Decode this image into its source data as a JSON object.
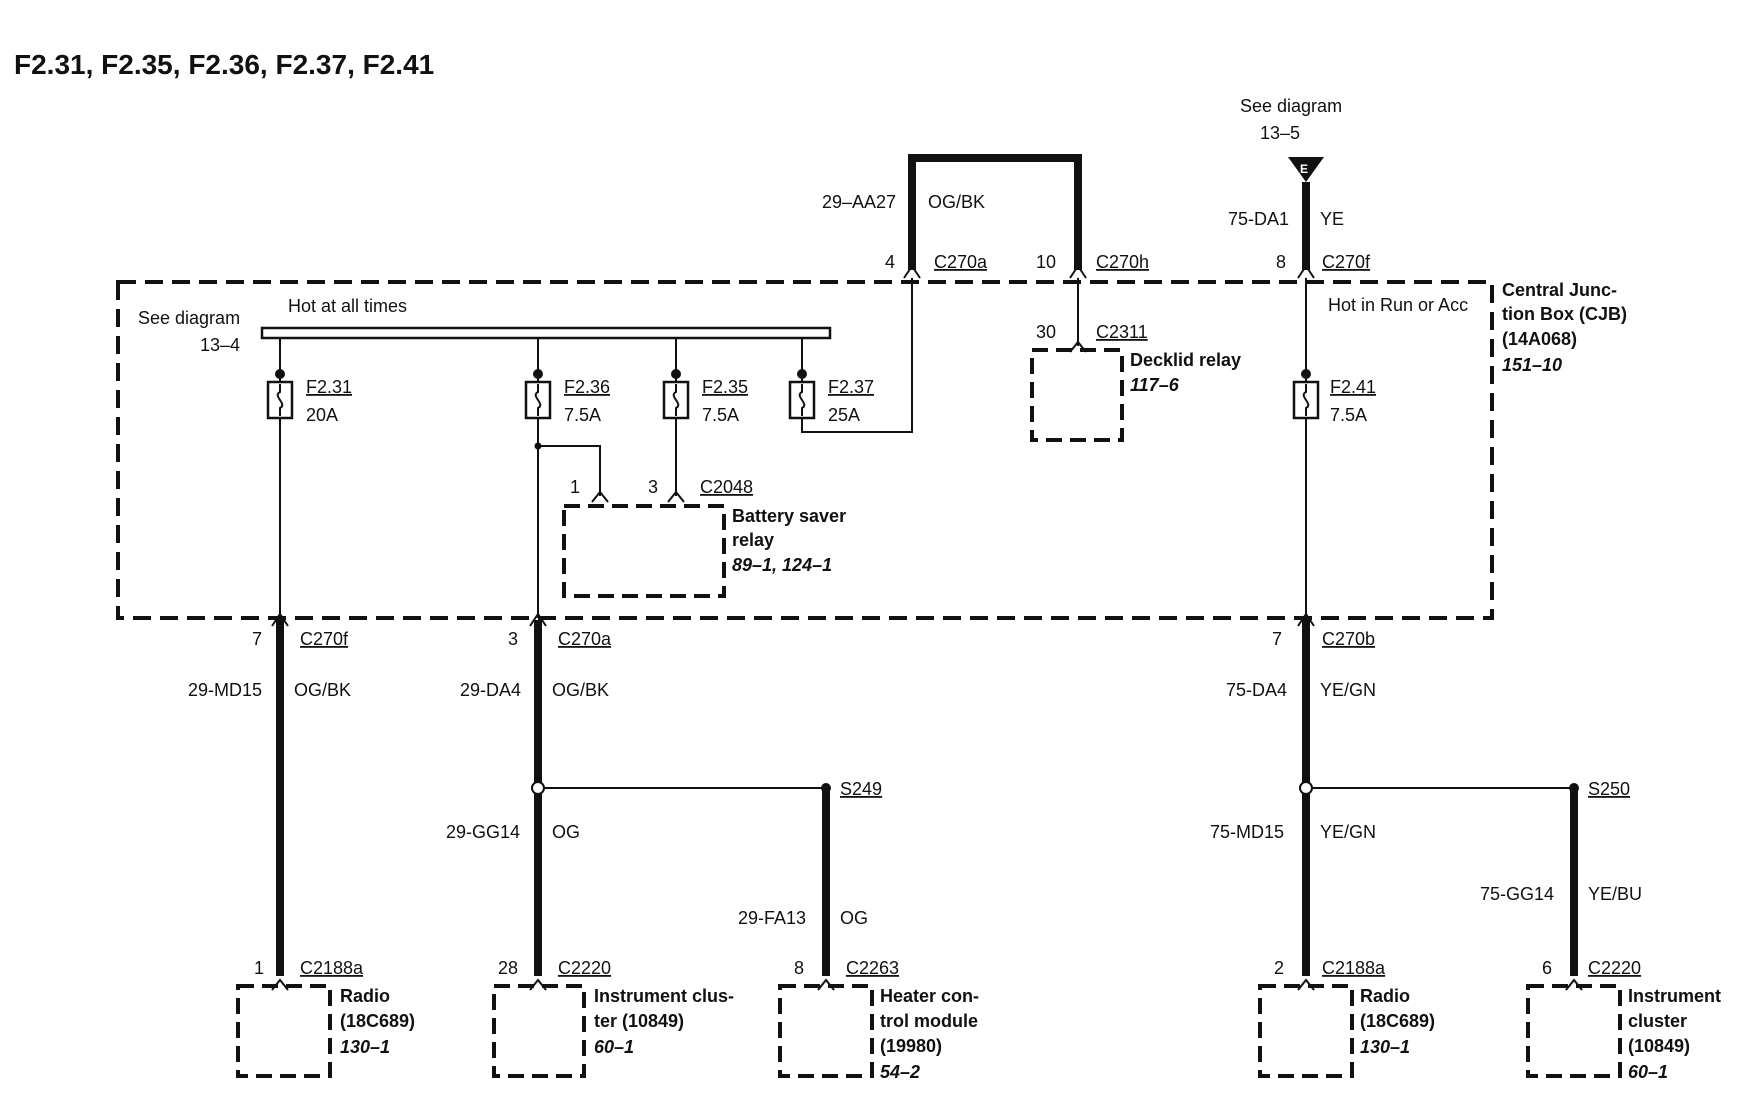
{
  "title": "F2.31, F2.35, F2.36, F2.37, F2.41",
  "top_reference": {
    "line1": "See diagram",
    "line2": "13–5",
    "symbol": "E"
  },
  "cjb": {
    "line1": "Central Junc-",
    "line2": "tion Box (CJB)",
    "line3": "(14A068)",
    "page": "151–10",
    "bus_label": "Hot at all times",
    "run_label": "Hot in Run or Acc",
    "bus_ref_line1": "See diagram",
    "bus_ref_line2": "13–4"
  },
  "fuses": {
    "f231": {
      "name": "F2.31",
      "rating": "20A"
    },
    "f236": {
      "name": "F2.36",
      "rating": "7.5A"
    },
    "f235": {
      "name": "F2.35",
      "rating": "7.5A"
    },
    "f237": {
      "name": "F2.37",
      "rating": "25A"
    },
    "f241": {
      "name": "F2.41",
      "rating": "7.5A"
    }
  },
  "top_wires": {
    "loop": {
      "circuit": "29–AA27",
      "color": "OG/BK"
    },
    "feed": {
      "circuit": "75-DA1",
      "color": "YE"
    }
  },
  "top_connectors": {
    "c270a": {
      "pin": "4",
      "name": "C270a"
    },
    "c270h": {
      "pin": "10",
      "name": "C270h"
    },
    "c270f": {
      "pin": "8",
      "name": "C270f"
    }
  },
  "decklid": {
    "pin": "30",
    "connector": "C2311",
    "name": "Decklid relay",
    "page": "117–6"
  },
  "battery_saver": {
    "pin1": "1",
    "pin3": "3",
    "connector": "C2048",
    "line1": "Battery saver",
    "line2": "relay",
    "page": "89–1, 124–1"
  },
  "bottom_connectors": {
    "c270f": {
      "pin": "7",
      "name": "C270f"
    },
    "c270a": {
      "pin": "3",
      "name": "C270a"
    },
    "c270b": {
      "pin": "7",
      "name": "C270b"
    }
  },
  "wires": {
    "md15": {
      "circuit": "29-MD15",
      "color": "OG/BK"
    },
    "da4": {
      "circuit": "29-DA4",
      "color": "OG/BK"
    },
    "gg14": {
      "circuit": "29-GG14",
      "color": "OG"
    },
    "fa13": {
      "circuit": "29-FA13",
      "color": "OG"
    },
    "da4_75": {
      "circuit": "75-DA4",
      "color": "YE/GN"
    },
    "md15_75": {
      "circuit": "75-MD15",
      "color": "YE/GN"
    },
    "gg14_75": {
      "circuit": "75-GG14",
      "color": "YE/BU"
    }
  },
  "splices": {
    "s249": "S249",
    "s250": "S250"
  },
  "components": {
    "radio1": {
      "pin": "1",
      "connector": "C2188a",
      "line1": "Radio",
      "line2": "(18C689)",
      "page": "130–1"
    },
    "cluster1": {
      "pin": "28",
      "connector": "C2220",
      "line1": "Instrument clus-",
      "line2": "ter (10849)",
      "page": "60–1"
    },
    "heater": {
      "pin": "8",
      "connector": "C2263",
      "line1": "Heater con-",
      "line2": "trol module",
      "line3": "(19980)",
      "page": "54–2"
    },
    "radio2": {
      "pin": "2",
      "connector": "C2188a",
      "line1": "Radio",
      "line2": "(18C689)",
      "page": "130–1"
    },
    "cluster2": {
      "pin": "6",
      "connector": "C2220",
      "line1": "Instrument",
      "line2": "cluster",
      "line3": "(10849)",
      "page": "60–1"
    }
  }
}
